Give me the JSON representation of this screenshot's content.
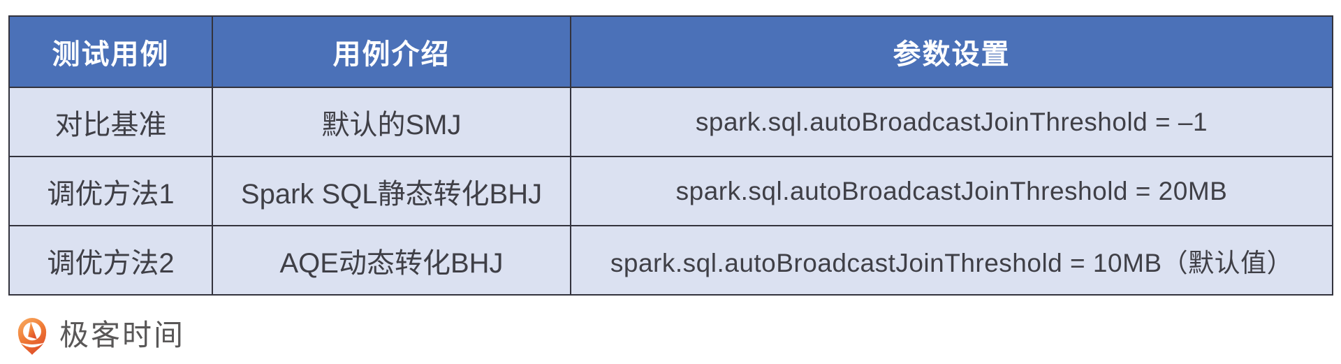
{
  "table": {
    "headers": [
      "测试用例",
      "用例介绍",
      "参数设置"
    ],
    "rows": [
      {
        "case": "对比基准",
        "desc": "默认的SMJ",
        "param": "spark.sql.autoBroadcastJoinThreshold = –1"
      },
      {
        "case": "调优方法1",
        "desc": "Spark SQL静态转化BHJ",
        "param": "spark.sql.autoBroadcastJoinThreshold = 20MB"
      },
      {
        "case": "调优方法2",
        "desc": "AQE动态转化BHJ",
        "param": "spark.sql.autoBroadcastJoinThreshold = 10MB（默认值）"
      }
    ]
  },
  "branding": {
    "logo_text": "极客时间",
    "logo_icon": "geektime-pin-q-icon"
  },
  "colors": {
    "header_bg": "#4b71b8",
    "header_text": "#ffffff",
    "row_bg": "#dbe1f1",
    "body_text": "#3f3f46",
    "border": "#33333d",
    "logo_orange_light": "#f9ae63",
    "logo_orange_dark": "#e0512a",
    "logo_text_color": "#595757"
  }
}
